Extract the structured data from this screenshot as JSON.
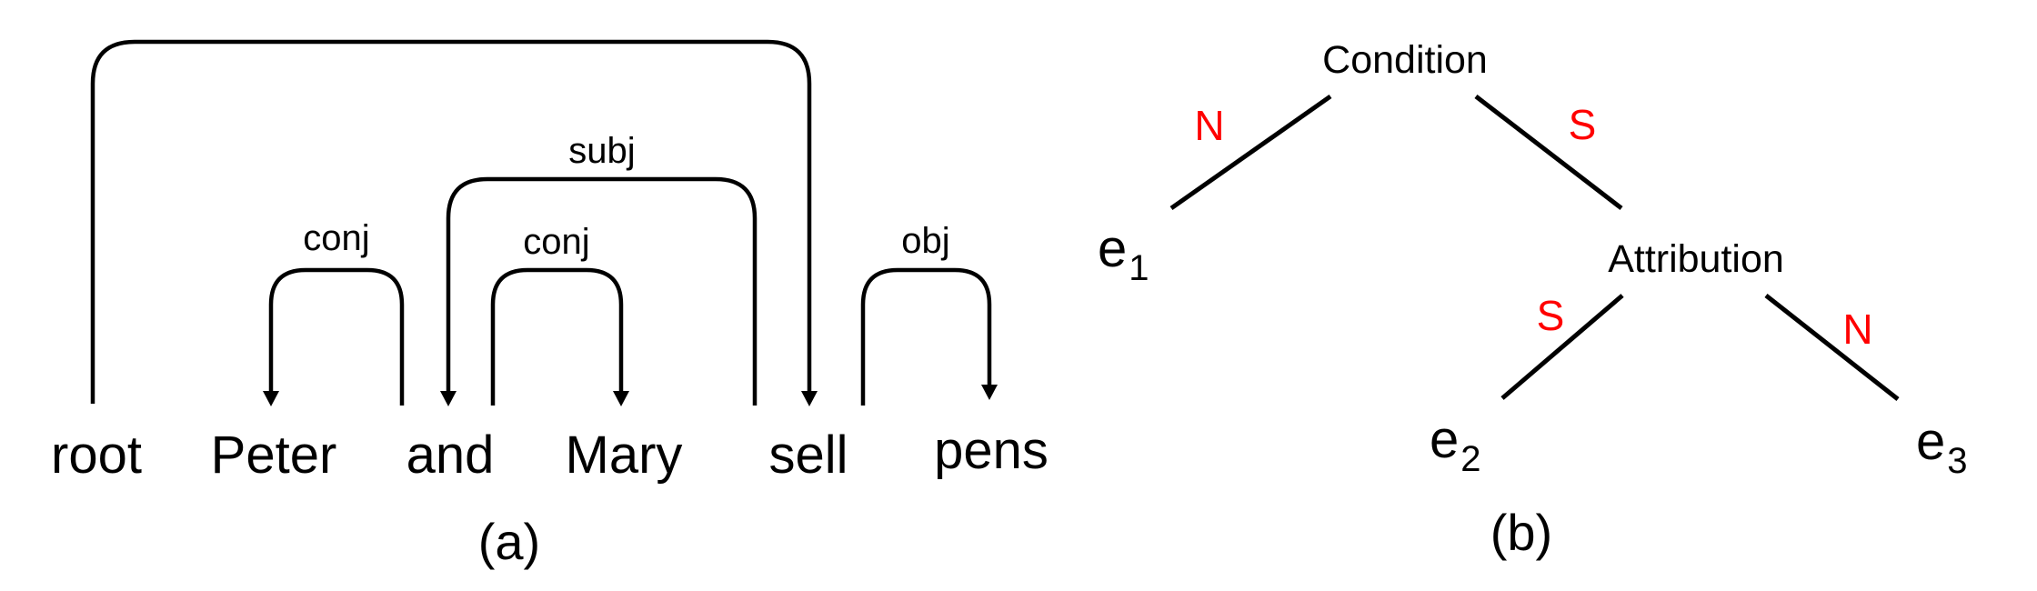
{
  "colors": {
    "line": "#000000",
    "nuclearity": "#ff0000",
    "background": "#ffffff"
  },
  "panel_a": {
    "caption": "(a)",
    "words": [
      "root",
      "Peter",
      "and",
      "Mary",
      "sell",
      "pens"
    ],
    "arcs": [
      {
        "label": "",
        "from": "root",
        "to": "sell"
      },
      {
        "label": "subj",
        "from": "sell",
        "to": "and"
      },
      {
        "label": "conj",
        "from": "and",
        "to": "Peter"
      },
      {
        "label": "conj",
        "from": "and",
        "to": "Mary"
      },
      {
        "label": "obj",
        "from": "sell",
        "to": "pens"
      }
    ]
  },
  "panel_b": {
    "caption": "(b)",
    "root": {
      "label": "Condition"
    },
    "inner": {
      "label": "Attribution"
    },
    "edus": [
      {
        "base": "e",
        "sub": "1"
      },
      {
        "base": "e",
        "sub": "2"
      },
      {
        "base": "e",
        "sub": "3"
      }
    ],
    "edges": [
      {
        "from": "Condition",
        "to": "e1",
        "nuclearity": "N"
      },
      {
        "from": "Condition",
        "to": "Attribution",
        "nuclearity": "S"
      },
      {
        "from": "Attribution",
        "to": "e2",
        "nuclearity": "S"
      },
      {
        "from": "Attribution",
        "to": "e3",
        "nuclearity": "N"
      }
    ]
  }
}
